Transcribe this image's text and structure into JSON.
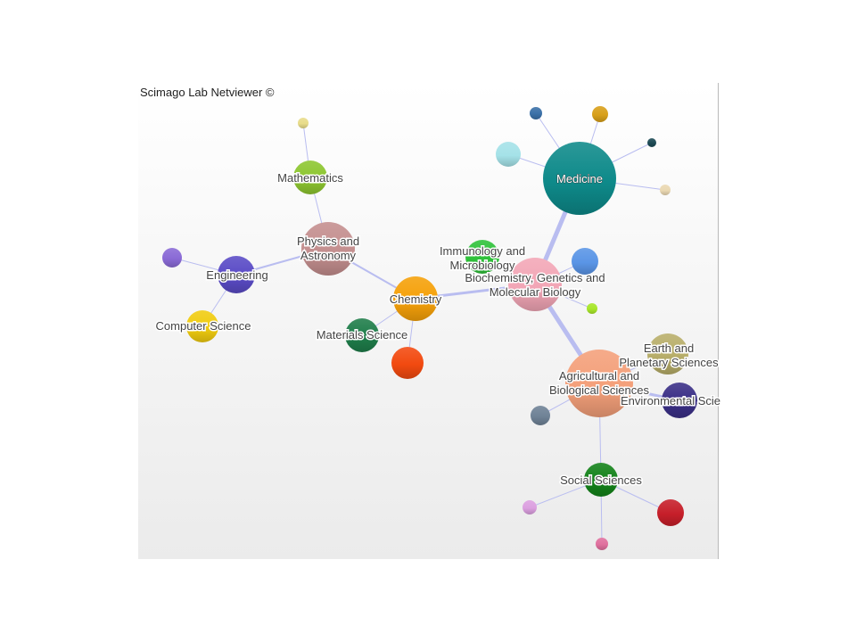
{
  "title": "Scimago Lab Netviewer ©",
  "nodes": [
    {
      "id": "medicine",
      "label": [
        "Medicine"
      ],
      "color": "#0e8a8a",
      "inside": true
    },
    {
      "id": "physics",
      "label": [
        "Physics and",
        "Astronomy"
      ],
      "color": "#c48f8f"
    },
    {
      "id": "mathematics",
      "label": [
        "Mathematics"
      ],
      "color": "#8dc630"
    },
    {
      "id": "math-leaf",
      "label": [],
      "color": "#e8dc8a"
    },
    {
      "id": "engineering",
      "label": [
        "Engineering"
      ],
      "color": "#5a4bc6"
    },
    {
      "id": "eng-leaf",
      "label": [],
      "color": "#8a6ad6"
    },
    {
      "id": "computer-science",
      "label": [
        "Computer Science"
      ],
      "color": "#f0cc10"
    },
    {
      "id": "chemistry",
      "label": [
        "Chemistry"
      ],
      "color": "#f5a10a"
    },
    {
      "id": "materials-science",
      "label": [
        "Materials Science"
      ],
      "color": "#1f7d4a"
    },
    {
      "id": "chem-leaf-red",
      "label": [],
      "color": "#f24a10"
    },
    {
      "id": "immunology",
      "label": [
        "Immunology and",
        "Microbiology"
      ],
      "color": "#2fc23a"
    },
    {
      "id": "biochemistry",
      "label": [
        "Biochemistry, Genetics and",
        "Molecular Biology"
      ],
      "color": "#f2a6b6"
    },
    {
      "id": "bio-leaf-blue",
      "label": [],
      "color": "#5a95e6"
    },
    {
      "id": "bio-leaf-lime",
      "label": [],
      "color": "#a8e62a"
    },
    {
      "id": "med-leaf-cyan",
      "label": [],
      "color": "#a5e2e8"
    },
    {
      "id": "med-leaf-blue",
      "label": [],
      "color": "#3a70a8"
    },
    {
      "id": "med-leaf-gold",
      "label": [],
      "color": "#d8a01a"
    },
    {
      "id": "med-leaf-dark",
      "label": [],
      "color": "#1d4a54"
    },
    {
      "id": "med-leaf-cream",
      "label": [],
      "color": "#ead8b2"
    },
    {
      "id": "agricultural",
      "label": [
        "Agricultural and",
        "Biological Sciences"
      ],
      "color": "#f4a07a"
    },
    {
      "id": "earth",
      "label": [
        "Earth and",
        "Planetary Sciences"
      ],
      "color": "#b8ae6a"
    },
    {
      "id": "environmental",
      "label": [
        "Environmental Scie"
      ],
      "color": "#3a2f86"
    },
    {
      "id": "agri-leaf-slate",
      "label": [],
      "color": "#6f8296"
    },
    {
      "id": "social-sciences",
      "label": [
        "Social Sciences"
      ],
      "color": "#14821a"
    },
    {
      "id": "soc-leaf-pink",
      "label": [],
      "color": "#dca0e0"
    },
    {
      "id": "soc-leaf-red",
      "label": [],
      "color": "#c61f2a"
    },
    {
      "id": "soc-leaf-rose",
      "label": [],
      "color": "#e0709e"
    }
  ],
  "edges": [
    [
      "math-leaf",
      "mathematics"
    ],
    [
      "mathematics",
      "physics"
    ],
    [
      "physics",
      "engineering"
    ],
    [
      "physics",
      "chemistry"
    ],
    [
      "eng-leaf",
      "engineering"
    ],
    [
      "engineering",
      "computer-science"
    ],
    [
      "chemistry",
      "materials-science"
    ],
    [
      "chemistry",
      "chem-leaf-red"
    ],
    [
      "chemistry",
      "biochemistry"
    ],
    [
      "immunology",
      "biochemistry"
    ],
    [
      "bio-leaf-blue",
      "biochemistry"
    ],
    [
      "bio-leaf-lime",
      "biochemistry"
    ],
    [
      "biochemistry",
      "medicine"
    ],
    [
      "biochemistry",
      "agricultural"
    ],
    [
      "med-leaf-cyan",
      "medicine"
    ],
    [
      "med-leaf-blue",
      "medicine"
    ],
    [
      "med-leaf-gold",
      "medicine"
    ],
    [
      "med-leaf-dark",
      "medicine"
    ],
    [
      "med-leaf-cream",
      "medicine"
    ],
    [
      "agricultural",
      "earth"
    ],
    [
      "agricultural",
      "environmental"
    ],
    [
      "agricultural",
      "agri-leaf-slate"
    ],
    [
      "agricultural",
      "social-sciences"
    ],
    [
      "social-sciences",
      "soc-leaf-pink"
    ],
    [
      "social-sciences",
      "soc-leaf-red"
    ],
    [
      "social-sciences",
      "soc-leaf-rose"
    ]
  ]
}
